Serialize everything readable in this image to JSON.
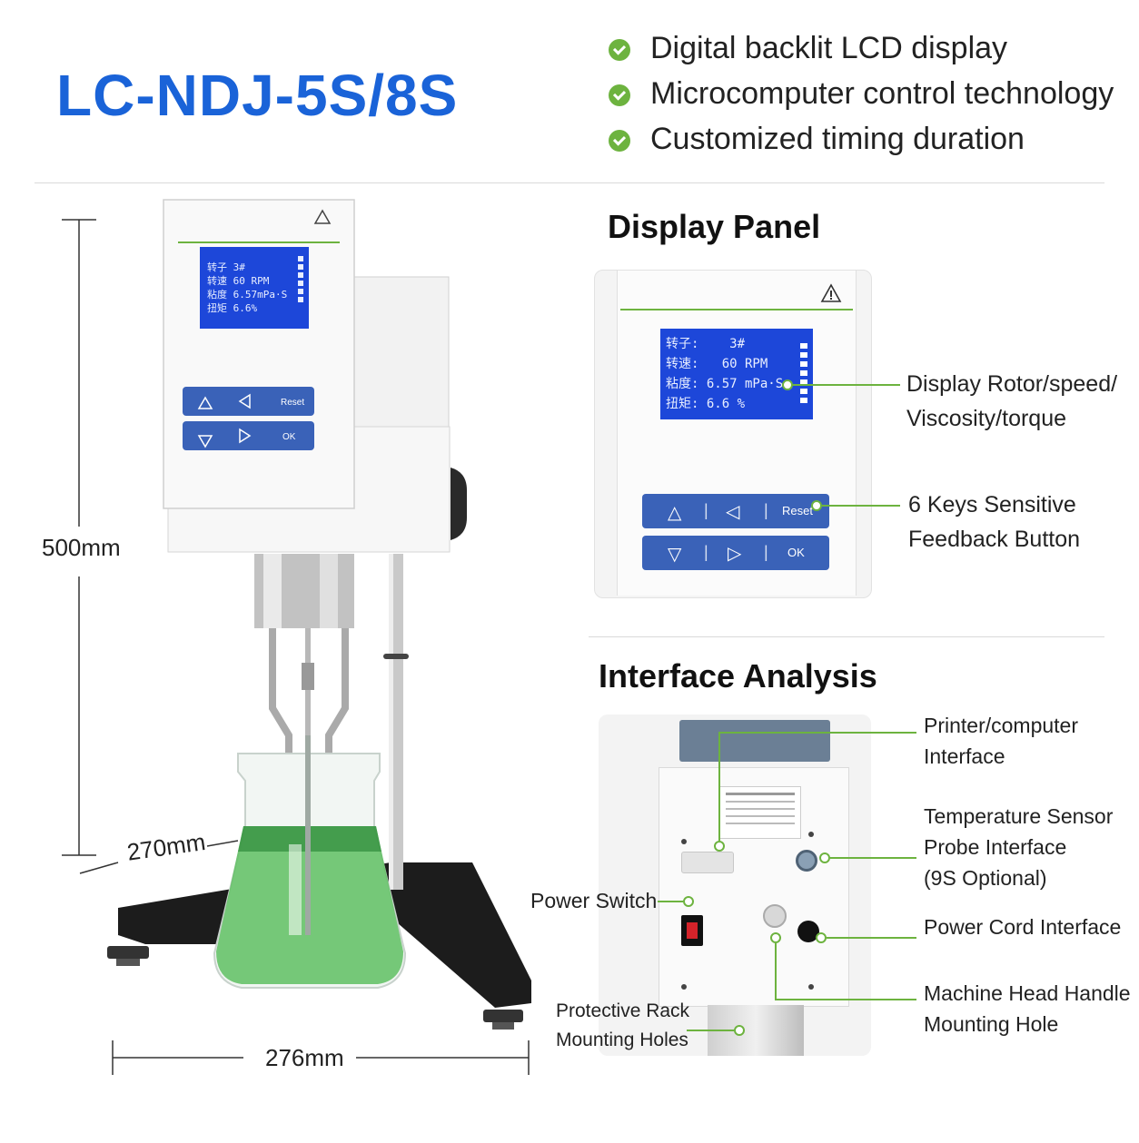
{
  "title": "LC-NDJ-5S/8S",
  "features": [
    "Digital backlit LCD display",
    "Microcomputer control technology",
    "Customized timing duration"
  ],
  "dimensions": {
    "height": "500mm",
    "depth": "270mm",
    "width": "276mm"
  },
  "display_panel": {
    "heading": "Display Panel",
    "lcd_lines": [
      {
        "label": "转子",
        "value": "3#"
      },
      {
        "label": "转速",
        "value": "60  RPM"
      },
      {
        "label": "粘度",
        "value": "6.57 mPa·S"
      },
      {
        "label": "扭矩",
        "value": "6.6 %"
      }
    ],
    "keys": {
      "reset": "Reset",
      "ok": "OK",
      "ok_small": "ok"
    },
    "callouts": {
      "display_line1": "Display Rotor/speed/",
      "display_line2": "Viscosity/torque",
      "keys_line1": "6 Keys Sensitive",
      "keys_line2": "Feedback Button"
    }
  },
  "interface_analysis": {
    "heading": "Interface Analysis",
    "printer_line1": "Printer/computer",
    "printer_line2": "Interface",
    "temp_line1": "Temperature Sensor",
    "temp_line2": "Probe Interface",
    "temp_line3": "(9S Optional)",
    "power_switch": "Power Switch",
    "power_cord": "Power Cord Interface",
    "handle_line1": "Machine Head Handle",
    "handle_line2": "Mounting Hole",
    "rack_line1": "Protective Rack",
    "rack_line2": "Mounting Holes"
  },
  "icons": [
    "check-icon",
    "warning-icon",
    "up-arrow-icon",
    "down-arrow-icon",
    "left-arrow-icon",
    "right-arrow-icon"
  ],
  "colors": {
    "title_blue": "#1a63d8",
    "accent_green": "#6db33f",
    "lcd_blue": "#1d47d9",
    "key_blue": "#3a62b8"
  }
}
